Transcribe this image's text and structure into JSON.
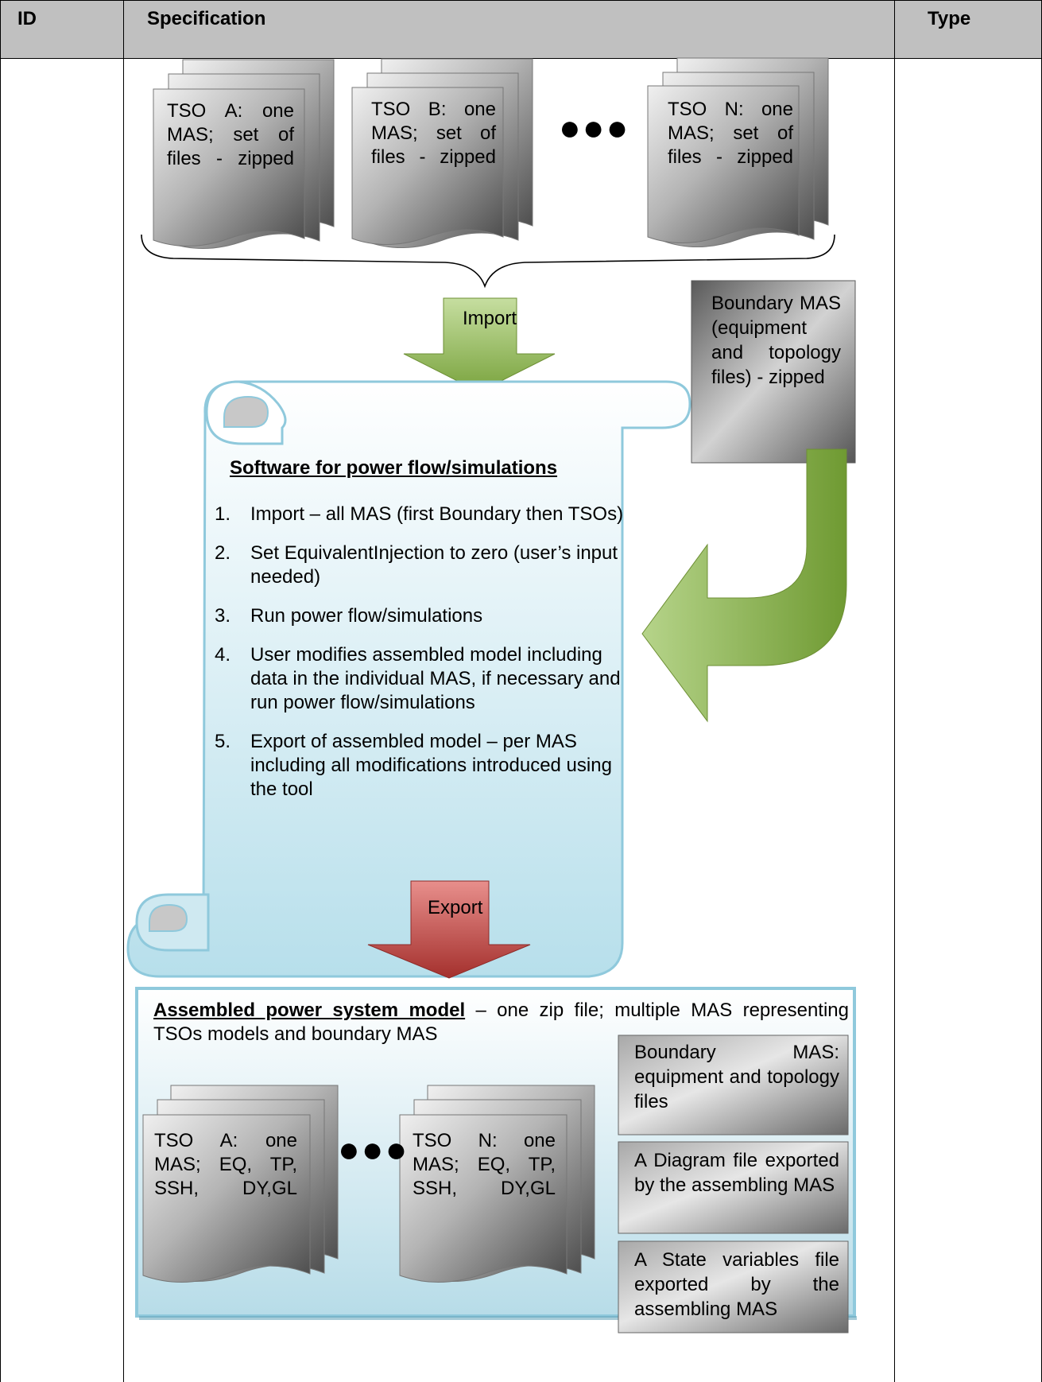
{
  "header": {
    "id": "ID",
    "specification": "Specification",
    "type": "Type"
  },
  "tso_inputs": [
    {
      "text": "TSO A: one MAS; set of files - zipped"
    },
    {
      "text": "TSO B: one MAS; set of files - zipped"
    },
    {
      "text": "TSO N: one MAS; set of files - zipped"
    }
  ],
  "ellipsis": "●●●",
  "import_label": "Import",
  "boundary_input": "Boundary MAS (equipment and topology files) - zipped",
  "software": {
    "title": "Software for power flow/simulations",
    "steps": [
      {
        "num": "1.",
        "text": "Import – all MAS (first Boundary then TSOs)"
      },
      {
        "num": "2.",
        "text": "Set EquivalentInjection to zero (user’s input needed)"
      },
      {
        "num": "3.",
        "text": "Run power flow/simulations"
      },
      {
        "num": "4.",
        "text": "User modifies assembled model including data in the individual MAS, if necessary and run power flow/simulations"
      },
      {
        "num": "5.",
        "text": "Export of assembled model – per MAS including all modifications introduced using the tool"
      }
    ]
  },
  "export_label": "Export",
  "assembled": {
    "title": "Assembled power system model",
    "description": "– one zip file; multiple MAS representing TSOs models and boundary MAS",
    "outputs": [
      {
        "text": "TSO A: one MAS; EQ, TP, SSH, DY,GL"
      },
      {
        "text": "TSO N: one MAS; EQ, TP, SSH, DY,GL"
      }
    ],
    "files": [
      {
        "text": "Boundary MAS: equipment and topology files"
      },
      {
        "text": "A Diagram file exported by the assembling MAS"
      },
      {
        "text": "A State variables file exported by the assembling MAS"
      }
    ]
  },
  "colors": {
    "header_bg": "#c0c0c0",
    "arrow_green": "#9cc35a",
    "arrow_red": "#c0504d",
    "scroll_fill": "#cfe9f1",
    "scroll_border": "#8fc9dc",
    "doc_dark": "#505050",
    "doc_light": "#e8e8e8"
  }
}
